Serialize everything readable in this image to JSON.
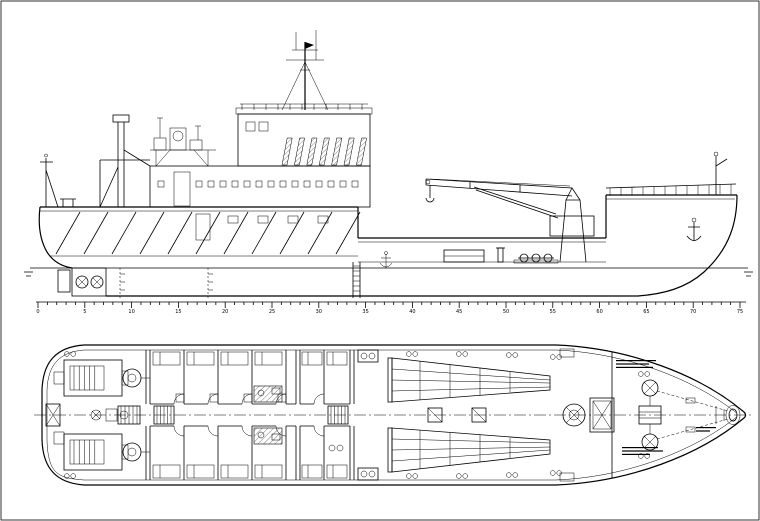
{
  "page": {
    "background": "#ffffff",
    "ink": "#000000"
  },
  "ruler": {
    "labels": [
      "0",
      "5",
      "10",
      "15",
      "20",
      "25",
      "30",
      "35",
      "40",
      "45",
      "50",
      "55",
      "60",
      "65",
      "70",
      "75"
    ]
  }
}
